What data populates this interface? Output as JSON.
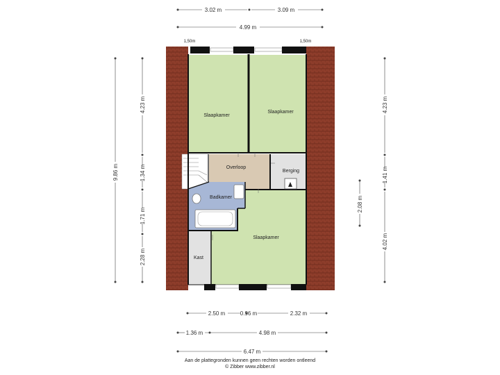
{
  "dimensions": {
    "top_left": "3.02 m",
    "top_right": "3.09 m",
    "top_total": "4.99 m",
    "window_left": "1,50m",
    "window_right": "1,50m",
    "left_total": "9.86 m",
    "left_1": "4.23 m",
    "left_2": "1.34 m",
    "left_3": "1.71 m",
    "left_4": "2.28 m",
    "right_1": "4.23 m",
    "right_2": "1.41 m",
    "right_3": "4.02 m",
    "right_inner": "2.08 m",
    "bottom_1": "2.50 m",
    "bottom_2": "0.96 m",
    "bottom_3": "2.32 m",
    "bottom_4": "1.36 m",
    "bottom_5": "4.98 m",
    "bottom_total": "6.47 m"
  },
  "rooms": {
    "slaapkamer_left": "Slaapkamer",
    "slaapkamer_right": "Slaapkamer",
    "overloop": "Overloop",
    "berging": "Berging",
    "badkamer": "Badkamer",
    "slaapkamer_bottom": "Slaapkamer",
    "kast": "Kast"
  },
  "colors": {
    "bedroom": "#cfe3b0",
    "landing": "#d9c9b3",
    "bathroom": "#a7b7d6",
    "storage": "#e2e2e2",
    "roof": "#8e3d2b",
    "wall": "#111111"
  },
  "footer": {
    "disclaimer": "Aan de plattegronden kunnen geen rechten worden ontleend",
    "credit": "© Zibber www.zibber.nl"
  }
}
